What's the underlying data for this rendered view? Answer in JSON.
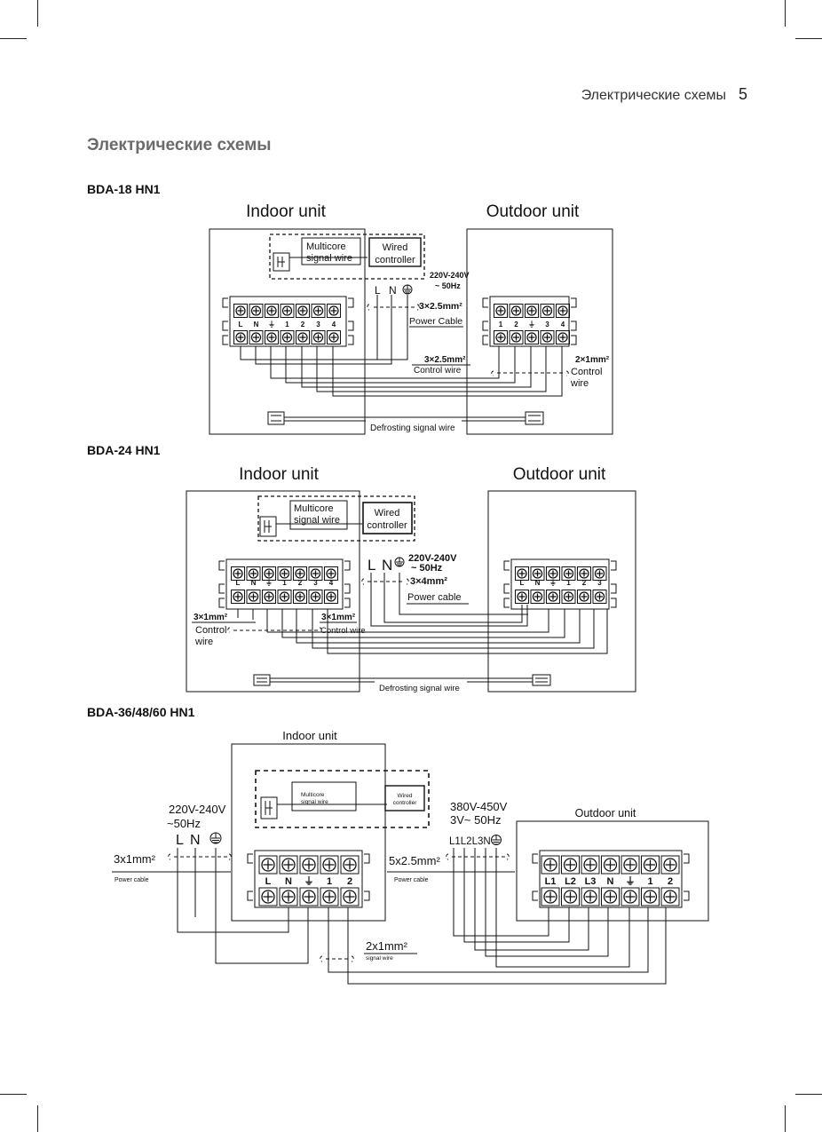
{
  "header": {
    "running_title": "Электрические схемы",
    "page_number": "5"
  },
  "page_title": "Электрические схемы",
  "diagram1": {
    "model": "BDA-18 HN1",
    "indoor_label": "Indoor unit",
    "outdoor_label": "Outdoor unit",
    "multicore": [
      "Multicore",
      "signal wire"
    ],
    "wired": [
      "Wired",
      "controller"
    ],
    "voltage": [
      "220V-240V",
      "~ 50Hz"
    ],
    "lne": [
      "L",
      "N"
    ],
    "power_spec": "3×2.5mm²",
    "power_label": "Power Cable",
    "control_spec_left": "3×2.5mm²",
    "control_label_left": "Control wire",
    "control_spec_right": "2×1mm²",
    "control_label_right": [
      "Control",
      "wire"
    ],
    "defrost_label": "Defrosting signal wire",
    "indoor_terms": [
      "L",
      "N",
      "⏚",
      "1",
      "2",
      "3",
      "4"
    ],
    "outdoor_terms": [
      "1",
      "2",
      "⏚",
      "3",
      "4"
    ]
  },
  "diagram2": {
    "model": "BDA-24 HN1",
    "indoor_label": "Indoor unit",
    "outdoor_label": "Outdoor unit",
    "multicore": [
      "Multicore",
      "signal wire"
    ],
    "wired": [
      "Wired",
      "controller"
    ],
    "voltage": [
      "220V-240V",
      "~ 50Hz"
    ],
    "lne": [
      "L",
      "N"
    ],
    "power_spec": "3×4mm²",
    "power_label": "Power cable",
    "control_spec_left": "3×1mm²",
    "control_label_left": [
      "Control",
      "wire"
    ],
    "control_spec_right": "3×1mm²",
    "control_label_right": "Control wire",
    "defrost_label": "Defrosting signal wire",
    "indoor_terms": [
      "L",
      "N",
      "⏚",
      "1",
      "2",
      "3",
      "4"
    ],
    "outdoor_terms": [
      "L",
      "N",
      "⏚",
      "1",
      "2",
      "3"
    ]
  },
  "diagram3": {
    "model": "BDA-36/48/60 HN1",
    "indoor_label": "Indoor unit",
    "outdoor_label": "Outdoor unit",
    "multicore": [
      "Multicore",
      "signal wire"
    ],
    "wired": [
      "Wired",
      "controller"
    ],
    "voltage_left": [
      "220V-240V",
      "~50Hz"
    ],
    "lne_left": [
      "L",
      "N"
    ],
    "spec_left": "3x1mm²",
    "power_label_left": "Power cable",
    "voltage_right": [
      "380V-450V",
      "3V~ 50Hz"
    ],
    "lne_right": "L1L2L3N",
    "spec_right": "5x2.5mm²",
    "power_label_right": "Power cable",
    "signal_spec": "2x1mm²",
    "signal_label": "signal wire",
    "indoor_terms": [
      "L",
      "N",
      "⏚",
      "1",
      "2"
    ],
    "outdoor_terms": [
      "L1",
      "L2",
      "L3",
      "N",
      "⏚",
      "1",
      "2"
    ]
  }
}
